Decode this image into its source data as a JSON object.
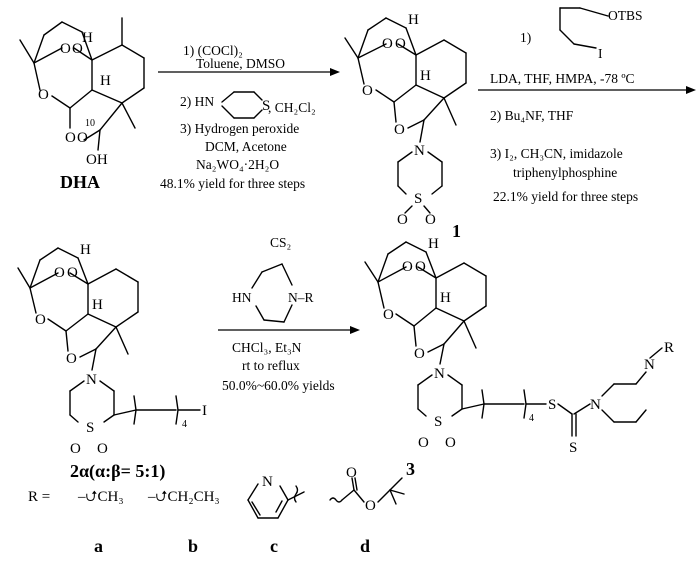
{
  "compounds": {
    "dha": "DHA",
    "c1": "1",
    "c2": "2α(α:β= 5:1)",
    "c3": "3",
    "dha_c10": "10"
  },
  "step1": {
    "lines": [
      "1)  (COCl)₂",
      "Toluene, DMSO",
      "2) HN",
      ", CH₂Cl₂",
      "3) Hydrogen peroxide",
      "DCM, Acetone",
      "Na₂WO₄·2H₂O",
      "48.1% yield for three steps"
    ]
  },
  "step2": {
    "lines": [
      "1)",
      "OTBS",
      "I",
      "LDA, THF, HMPA, -78 ºC",
      "2)   Bu₄NF, THF",
      "3) I₂, CH₃CN, imidazole",
      "triphenylphosphine",
      "22.1% yield for three steps"
    ]
  },
  "step3": {
    "lines": [
      "CS₂",
      "HN",
      "N–R",
      "CHCl₃, Et₃N",
      "rt to reflux",
      "50.0%~60.0% yields"
    ]
  },
  "r_groups": {
    "r_label": "R =",
    "a": "–⮍CH₃",
    "b": "–⮍CH₂CH₃",
    "labels": [
      "a",
      "b",
      "c",
      "d"
    ]
  },
  "atoms": {
    "H": "H",
    "O": "O",
    "OH": "OH",
    "N": "N",
    "S": "S",
    "I": "I",
    "R": "R",
    "sub4": "4"
  }
}
